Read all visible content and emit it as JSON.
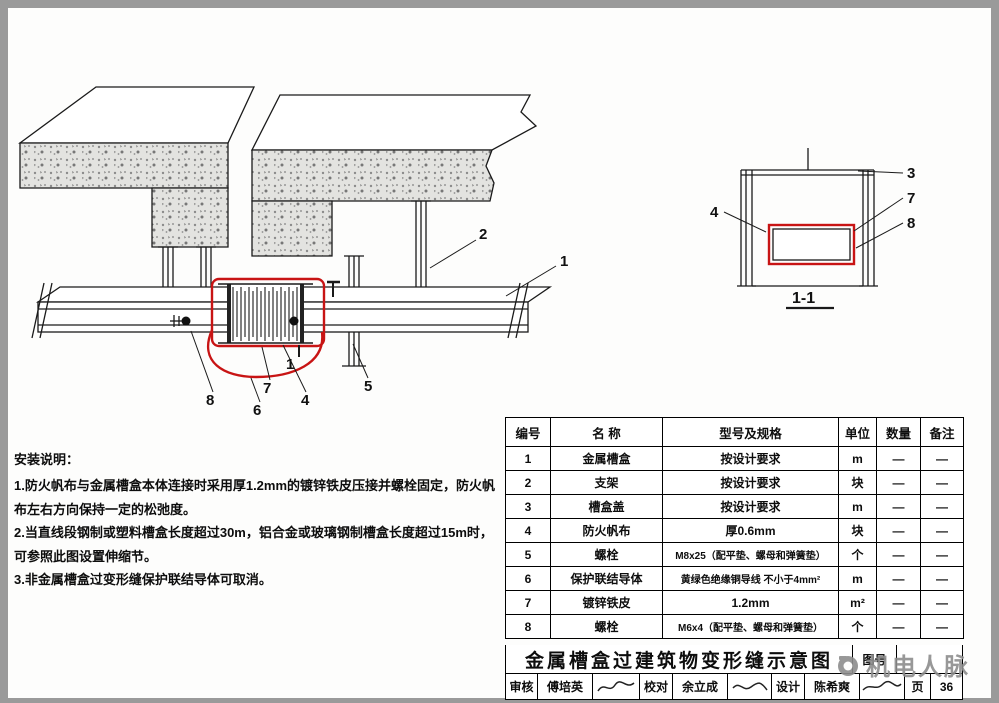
{
  "meta": {
    "accent_red": "#c81414",
    "line_black": "#1a1a1a",
    "frame_gray": "#9a9a9a"
  },
  "notes": {
    "title": "安装说明：",
    "items": [
      "1.防火帆布与金属槽盒本体连接时采用厚1.2mm的镀锌铁皮压接并螺栓固定，防火帆布左右方向保持一定的松弛度。",
      "2.当直线段钢制或塑料槽盒长度超过30m，铝合金或玻璃钢制槽盒长度超过15m时，可参照此图设置伸缩节。",
      "3.非金属槽盒过变形缝保护联结导体可取消。"
    ]
  },
  "callouts": {
    "main": [
      "1",
      "2",
      "4",
      "5",
      "6",
      "7",
      "8"
    ],
    "detail": [
      "3",
      "7",
      "8",
      "4"
    ],
    "section": "1"
  },
  "detail": {
    "label": "1-1"
  },
  "table": {
    "headers": [
      "编号",
      "名  称",
      "型号及规格",
      "单位",
      "数量",
      "备注"
    ],
    "rows": [
      [
        "1",
        "金属槽盒",
        "按设计要求",
        "m",
        "—",
        "—"
      ],
      [
        "2",
        "支架",
        "按设计要求",
        "块",
        "—",
        "—"
      ],
      [
        "3",
        "槽盒盖",
        "按设计要求",
        "m",
        "—",
        "—"
      ],
      [
        "4",
        "防火帆布",
        "厚0.6mm",
        "块",
        "—",
        "—"
      ],
      [
        "5",
        "螺栓",
        "M8x25（配平垫、螺母和弹簧垫）",
        "个",
        "—",
        "—"
      ],
      [
        "6",
        "保护联结导体",
        "黄绿色绝缘铜导线 不小于4mm²",
        "m",
        "—",
        "—"
      ],
      [
        "7",
        "镀锌铁皮",
        "1.2mm",
        "m²",
        "—",
        "—"
      ],
      [
        "8",
        "螺栓",
        "M6x4（配平垫、螺母和弹簧垫）",
        "个",
        "—",
        "—"
      ]
    ]
  },
  "titleblock": {
    "title": "金属槽盒过建筑物变形缝示意图",
    "drawing_no_label": "图号",
    "drawing_no": "",
    "review_label": "审核",
    "reviewer": "傅培英",
    "check_label": "校对",
    "checker": "余立成",
    "design_label": "设计",
    "designer": "陈希爽",
    "page_label": "页",
    "page": "36"
  },
  "watermark": {
    "text": "机电人脉"
  }
}
